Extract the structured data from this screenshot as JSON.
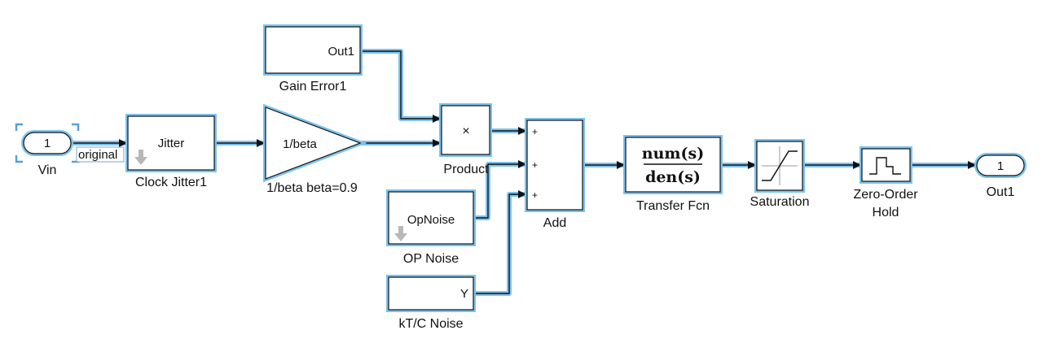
{
  "diagram": {
    "vin": {
      "port": "1",
      "label": "Vin",
      "signal_label": "original"
    },
    "clock_jitter": {
      "text": "Jitter",
      "label": "Clock Jitter1"
    },
    "gain": {
      "text": "1/beta",
      "label": "1/beta beta=0.9"
    },
    "gain_error": {
      "port_text": "Out1",
      "label": "Gain Error1"
    },
    "product": {
      "symbol": "×",
      "label": "Product"
    },
    "op_noise": {
      "text": "OpNoise",
      "label": "OP Noise"
    },
    "ktc_noise": {
      "port_text": "Y",
      "label": "kT/C Noise"
    },
    "add": {
      "signs": [
        "+",
        "+",
        "+"
      ],
      "label": "Add"
    },
    "transfer_fcn": {
      "numerator": "num(s)",
      "denominator": "den(s)",
      "label": "Transfer Fcn"
    },
    "saturation": {
      "label": "Saturation"
    },
    "zoh": {
      "label_line1": "Zero-Order",
      "label_line2": "Hold"
    },
    "out": {
      "port": "1",
      "label": "Out1"
    }
  },
  "colors": {
    "highlight": "#7cc3ef",
    "selection": "#5a9fd6",
    "line": "#111111"
  }
}
